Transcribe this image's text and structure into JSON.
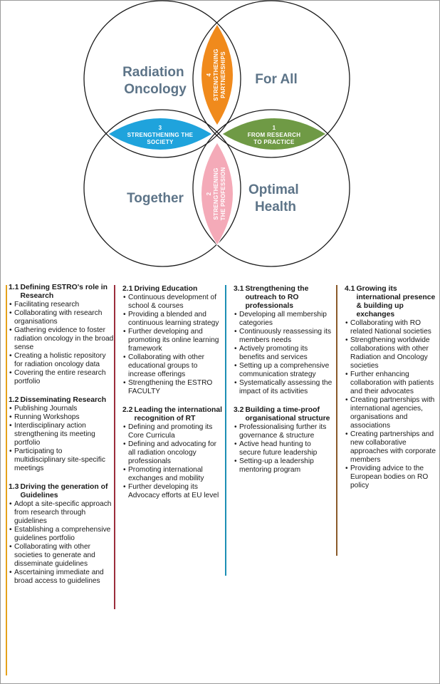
{
  "venn": {
    "quadrants": {
      "top_left": [
        "Radiation",
        "Oncology"
      ],
      "top_right": [
        "For All"
      ],
      "bottom_left": [
        "Together"
      ],
      "bottom_right": [
        "Optimal",
        "Health"
      ]
    },
    "petals": {
      "top": {
        "number": "4",
        "lines": [
          "STRENGTHENING",
          "PARTNERSHIPS"
        ],
        "color": "#f08a1c"
      },
      "left": {
        "number": "3",
        "lines": [
          "STRENGTHENING THE",
          "SOCIETY"
        ],
        "color": "#1fa3dc"
      },
      "right": {
        "number": "1",
        "lines": [
          "FROM RESEARCH",
          "TO PRACTICE"
        ],
        "color": "#6f9a45"
      },
      "bottom": {
        "number": "2",
        "lines": [
          "STRENGTHENING",
          "THE PROFESSION"
        ],
        "color": "#f4aab8"
      }
    }
  },
  "colors": {
    "col1": "#e5a21c",
    "col2": "#9b2d3c",
    "col3": "#1c8fb5",
    "col4": "#8a5a2a",
    "quadrant_text": "#5d7488"
  },
  "columns": [
    {
      "sections": [
        {
          "num": "1.1",
          "title": "Defining ESTRO's role in Research",
          "items": [
            "Facilitating research",
            "Collaborating with research organisations",
            "Gathering evidence to foster radiation oncology in the broad sense",
            "Creating a holistic repository for radiation oncology data",
            "Covering the entire research portfolio"
          ]
        },
        {
          "num": "1.2",
          "title": "Disseminating Research",
          "items": [
            "Publishing Journals",
            "Running Workshops",
            "Interdisciplinary action strengthening its meeting portfolio",
            "Participating to multidisciplinary site-specific meetings"
          ]
        },
        {
          "num": "1.3",
          "title": "Driving the generation of Guidelines",
          "items": [
            "Adopt a site-specific approach from research through guidelines",
            "Establishing a comprehensive guidelines portfolio",
            "Collaborating with other societies to generate and disseminate guidelines",
            "Ascertaining immediate and broad access to guidelines"
          ]
        }
      ]
    },
    {
      "sections": [
        {
          "num": "2.1",
          "title": "Driving Education",
          "items": [
            "Continuous development of school & courses",
            "Providing a blended and continuous learning strategy",
            "Further developing and promoting its online learning framework",
            "Collaborating with other educational groups to increase offerings",
            "Strengthening the ESTRO FACULTY"
          ]
        },
        {
          "num": "2.2",
          "title": "Leading the international recognition of RT",
          "items": [
            "Defining and promoting its Core Curricula",
            "Defining and advocating for all radiation oncology professionals",
            "Promoting international exchanges and mobility",
            "Further developing its Advocacy efforts at EU level"
          ]
        }
      ]
    },
    {
      "sections": [
        {
          "num": "3.1",
          "title": "Strengthening the outreach to RO professionals",
          "items": [
            "Developing all membership categories",
            "Continuously reassessing its members needs",
            "Actively promoting its benefits and services",
            "Setting up a comprehensive communication strategy",
            "Systematically assessing the impact of its activities"
          ]
        },
        {
          "num": "3.2",
          "title": "Building a time-proof organisational structure",
          "items": [
            "Professionalising further its governance & structure",
            "Active head hunting to secure future leadership",
            "Setting-up a leadership mentoring program"
          ]
        }
      ]
    },
    {
      "sections": [
        {
          "num": "4.1",
          "title": "Growing its international presence & building up exchanges",
          "items": [
            "Collaborating with RO related National societies",
            "Strengthening worldwide collaborations with other Radiation and Oncology societies",
            "Further enhancing collaboration with patients and their advocates",
            "Creating partnerships with international agencies, organisations and associations",
            "Creating partnerships and new collaborative approaches with corporate members",
            "Providing advice to the European bodies on RO policy"
          ]
        }
      ]
    }
  ]
}
